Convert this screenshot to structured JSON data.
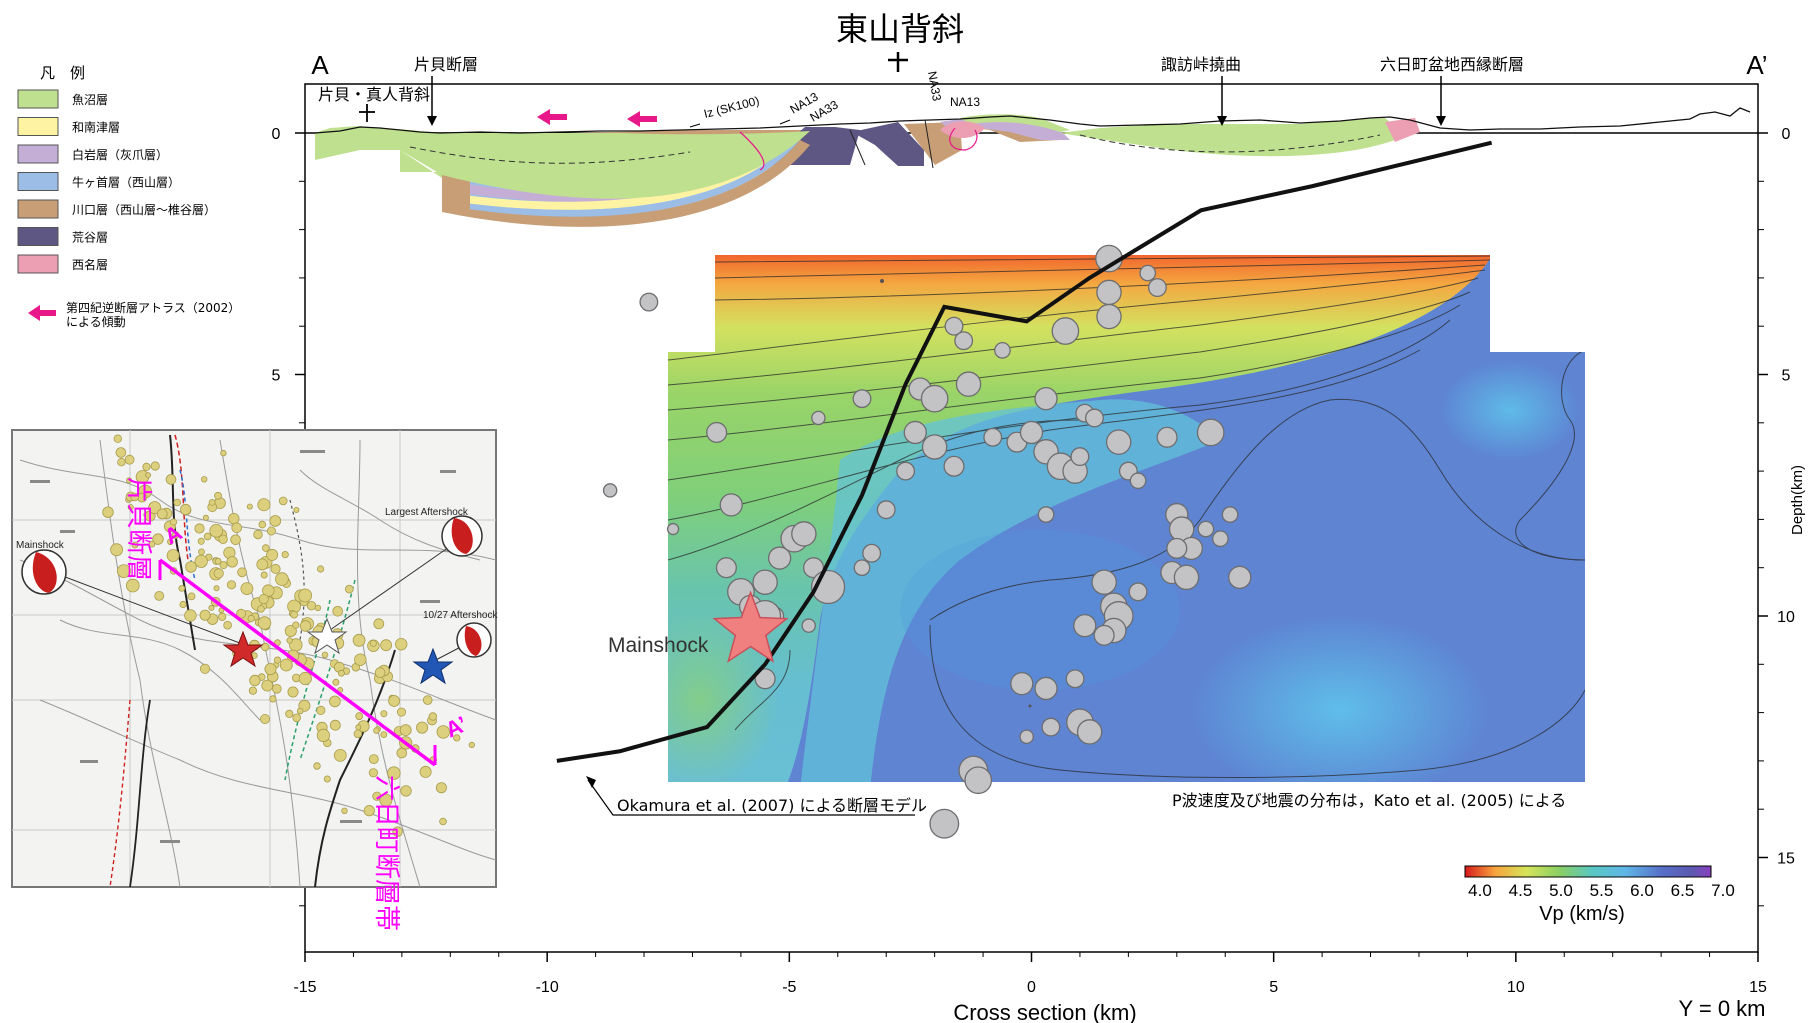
{
  "title": "東山背斜",
  "section": {
    "left_label": "A",
    "right_label": "A’",
    "xlabel": "Cross section (km)",
    "ylabel": "Depth(km)",
    "y_note": "Y = 0 km",
    "x_ticks": [
      "-15",
      "-10",
      "-5",
      "0",
      "5",
      "10",
      "15"
    ],
    "x_tick_values": [
      -15,
      -10,
      -5,
      0,
      5,
      10,
      15
    ],
    "y_ticks": [
      "0",
      "5",
      "10",
      "15"
    ],
    "y_tick_values": [
      0,
      5,
      10,
      15
    ],
    "x_range": [
      -15,
      15
    ],
    "depth_range": [
      -1,
      17
    ]
  },
  "structures": {
    "katakai_anticline": "片貝・真人背斜",
    "katakai_fault": "片貝断層",
    "suwa_flexure": "諏訪峠撓曲",
    "muikamachi_fault": "六日町盆地西縁断層",
    "iz": "Iz (SK100)",
    "na13_a": "NA13",
    "na33_a": "NA33",
    "na33_b": "NA33",
    "na13_b": "NA13"
  },
  "legend": {
    "title": "凡　例",
    "items": [
      {
        "label": "魚沼層",
        "color": "#bfe08f"
      },
      {
        "label": "和南津層",
        "color": "#fdf3a3"
      },
      {
        "label": "白岩層（灰爪層）",
        "color": "#c5aed6"
      },
      {
        "label": "牛ヶ首層（西山層）",
        "color": "#9bbde6"
      },
      {
        "label": "川口層（西山層～椎谷層）",
        "color": "#c79e76"
      },
      {
        "label": "荒谷層",
        "color": "#5e5683"
      },
      {
        "label": "西名層",
        "color": "#ec9fb2"
      }
    ],
    "arrow_line1": "第四紀逆断層アトラス（2002）",
    "arrow_line2": "による傾動",
    "arrow_color": "#e8178a"
  },
  "annotations": {
    "mainshock": "Mainshock",
    "fault_model": "Okamura et al. (2007) による断層モデル",
    "vp_source": "P波速度及び地震の分布は，Kato et al. (2005) による"
  },
  "colorbar": {
    "ticks": [
      "4.0",
      "4.5",
      "5.0",
      "5.5",
      "6.0",
      "6.5",
      "7.0"
    ],
    "label": "Vp (km/s)",
    "range": [
      4.0,
      7.0
    ]
  },
  "inset_map": {
    "fault_label_1": "片貝断層",
    "fault_label_2": "六日町断層帯",
    "point_a": "A",
    "point_a_prime": "A’",
    "mainshock_label": "Mainshock",
    "largest_aftershock_label": "Largest Aftershock",
    "oct27_aftershock_label": "10/27 Aftershock",
    "line_color": "#ff00ff"
  },
  "chart_data": {
    "type": "scatter",
    "x_unit": "Cross section (km)",
    "y_unit": "Depth (km)",
    "fault_model": [
      [
        -9.8,
        13.0
      ],
      [
        -8.5,
        12.8
      ],
      [
        -6.7,
        12.3
      ],
      [
        -5.5,
        11.0
      ],
      [
        -4.5,
        9.5
      ],
      [
        -3.5,
        7.5
      ],
      [
        -2.6,
        5.2
      ],
      [
        -1.8,
        3.6
      ],
      [
        -0.1,
        3.9
      ],
      [
        1.2,
        3.0
      ],
      [
        3.5,
        1.6
      ],
      [
        5.8,
        1.1
      ],
      [
        9.5,
        0.2
      ]
    ],
    "mainshock": {
      "x": -5.8,
      "depth": 10.3
    },
    "earthquakes": [
      {
        "x": -8.7,
        "depth": 7.4,
        "mag": 1.2
      },
      {
        "x": -7.4,
        "depth": 8.2,
        "mag": 1.0
      },
      {
        "x": -6.5,
        "depth": 6.2,
        "mag": 1.8
      },
      {
        "x": -6.2,
        "depth": 7.7,
        "mag": 2.0
      },
      {
        "x": -6.3,
        "depth": 9.0,
        "mag": 1.8
      },
      {
        "x": -6.0,
        "depth": 9.5,
        "mag": 2.4
      },
      {
        "x": -5.5,
        "depth": 9.3,
        "mag": 2.2
      },
      {
        "x": -5.8,
        "depth": 9.8,
        "mag": 2.0
      },
      {
        "x": -5.2,
        "depth": 8.8,
        "mag": 2.0
      },
      {
        "x": -4.9,
        "depth": 8.4,
        "mag": 2.4
      },
      {
        "x": -5.3,
        "depth": 10.0,
        "mag": 1.6
      },
      {
        "x": -4.6,
        "depth": 10.2,
        "mag": 1.2
      },
      {
        "x": -5.5,
        "depth": 10.0,
        "mag": 2.8
      },
      {
        "x": -4.5,
        "depth": 9.0,
        "mag": 1.8
      },
      {
        "x": -4.2,
        "depth": 9.4,
        "mag": 3.0
      },
      {
        "x": -3.5,
        "depth": 9.0,
        "mag": 1.4
      },
      {
        "x": -3.0,
        "depth": 7.8,
        "mag": 1.6
      },
      {
        "x": -2.6,
        "depth": 7.0,
        "mag": 1.6
      },
      {
        "x": -2.4,
        "depth": 6.2,
        "mag": 2.0
      },
      {
        "x": -2.0,
        "depth": 6.5,
        "mag": 2.2
      },
      {
        "x": -1.6,
        "depth": 6.9,
        "mag": 1.8
      },
      {
        "x": -2.3,
        "depth": 5.3,
        "mag": 2.0
      },
      {
        "x": -2.0,
        "depth": 5.5,
        "mag": 2.4
      },
      {
        "x": -1.3,
        "depth": 5.2,
        "mag": 2.2
      },
      {
        "x": -1.6,
        "depth": 4.0,
        "mag": 1.6
      },
      {
        "x": -1.4,
        "depth": 4.3,
        "mag": 1.6
      },
      {
        "x": -3.5,
        "depth": 5.5,
        "mag": 1.6
      },
      {
        "x": -4.4,
        "depth": 5.9,
        "mag": 1.2
      },
      {
        "x": -7.9,
        "depth": 3.5,
        "mag": 1.6
      },
      {
        "x": -0.6,
        "depth": 4.5,
        "mag": 1.4
      },
      {
        "x": 0.7,
        "depth": 4.1,
        "mag": 2.4
      },
      {
        "x": 1.6,
        "depth": 2.6,
        "mag": 2.4
      },
      {
        "x": 1.6,
        "depth": 3.3,
        "mag": 2.2
      },
      {
        "x": 1.6,
        "depth": 3.8,
        "mag": 2.2
      },
      {
        "x": 2.4,
        "depth": 2.9,
        "mag": 1.4
      },
      {
        "x": 2.6,
        "depth": 3.2,
        "mag": 1.6
      },
      {
        "x": 0.3,
        "depth": 5.5,
        "mag": 2.0
      },
      {
        "x": 1.1,
        "depth": 5.8,
        "mag": 1.6
      },
      {
        "x": 1.3,
        "depth": 5.9,
        "mag": 1.6
      },
      {
        "x": -0.8,
        "depth": 6.3,
        "mag": 1.6
      },
      {
        "x": -0.3,
        "depth": 6.4,
        "mag": 1.8
      },
      {
        "x": 0.0,
        "depth": 6.2,
        "mag": 2.0
      },
      {
        "x": 0.3,
        "depth": 6.6,
        "mag": 2.2
      },
      {
        "x": 0.6,
        "depth": 6.9,
        "mag": 2.4
      },
      {
        "x": 0.9,
        "depth": 7.0,
        "mag": 2.2
      },
      {
        "x": 1.0,
        "depth": 6.7,
        "mag": 1.6
      },
      {
        "x": 1.8,
        "depth": 6.4,
        "mag": 2.2
      },
      {
        "x": 2.0,
        "depth": 7.0,
        "mag": 1.6
      },
      {
        "x": 2.8,
        "depth": 6.3,
        "mag": 1.8
      },
      {
        "x": 3.7,
        "depth": 6.2,
        "mag": 2.4
      },
      {
        "x": 2.2,
        "depth": 7.2,
        "mag": 1.4
      },
      {
        "x": 0.3,
        "depth": 7.9,
        "mag": 1.4
      },
      {
        "x": 3.0,
        "depth": 7.9,
        "mag": 2.0
      },
      {
        "x": 3.1,
        "depth": 8.2,
        "mag": 2.2
      },
      {
        "x": 3.3,
        "depth": 8.6,
        "mag": 2.0
      },
      {
        "x": 3.0,
        "depth": 8.6,
        "mag": 1.8
      },
      {
        "x": 3.6,
        "depth": 8.2,
        "mag": 1.4
      },
      {
        "x": 3.9,
        "depth": 8.4,
        "mag": 1.4
      },
      {
        "x": 4.1,
        "depth": 7.9,
        "mag": 1.4
      },
      {
        "x": 2.9,
        "depth": 9.1,
        "mag": 2.0
      },
      {
        "x": 3.2,
        "depth": 9.2,
        "mag": 2.2
      },
      {
        "x": 4.3,
        "depth": 9.2,
        "mag": 2.0
      },
      {
        "x": 2.2,
        "depth": 9.5,
        "mag": 1.6
      },
      {
        "x": 1.5,
        "depth": 9.3,
        "mag": 2.2
      },
      {
        "x": 1.7,
        "depth": 9.8,
        "mag": 2.4
      },
      {
        "x": 1.8,
        "depth": 10.0,
        "mag": 2.6
      },
      {
        "x": 1.1,
        "depth": 10.2,
        "mag": 2.0
      },
      {
        "x": 1.7,
        "depth": 10.3,
        "mag": 2.2
      },
      {
        "x": 1.5,
        "depth": 10.4,
        "mag": 1.8
      },
      {
        "x": -0.2,
        "depth": 11.4,
        "mag": 2.0
      },
      {
        "x": 0.3,
        "depth": 11.5,
        "mag": 2.0
      },
      {
        "x": 0.9,
        "depth": 11.3,
        "mag": 1.6
      },
      {
        "x": 0.4,
        "depth": 12.3,
        "mag": 1.6
      },
      {
        "x": 1.0,
        "depth": 12.2,
        "mag": 2.4
      },
      {
        "x": 1.2,
        "depth": 12.4,
        "mag": 2.2
      },
      {
        "x": -0.1,
        "depth": 12.5,
        "mag": 1.2
      },
      {
        "x": -1.2,
        "depth": 13.2,
        "mag": 2.6
      },
      {
        "x": -1.1,
        "depth": 13.4,
        "mag": 2.4
      },
      {
        "x": -1.8,
        "depth": 14.3,
        "mag": 2.6
      },
      {
        "x": -5.5,
        "depth": 11.3,
        "mag": 1.8
      },
      {
        "x": -4.7,
        "depth": 8.3,
        "mag": 2.2
      },
      {
        "x": -3.3,
        "depth": 8.7,
        "mag": 1.6
      }
    ]
  }
}
